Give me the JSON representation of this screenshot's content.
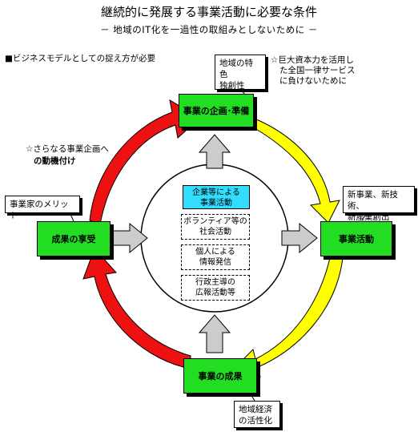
{
  "header": {
    "title": "継続的に発展する事業活動に必要な条件",
    "subtitle": "－ 地域のIT化を一過性の取組みとしないために －"
  },
  "notes": {
    "business_model": "■ビジネスモデルとしての捉え方が必要",
    "motivation_line1": "☆さらなる事業企画へ",
    "motivation_line2": "の動機付け",
    "capital_line1": "☆巨大資本力を活用し",
    "capital_line2": "た全国一律サービス",
    "capital_line3": "に負けないために"
  },
  "stages": {
    "planning": "事業の企画･準備",
    "activity": "事業活動",
    "outcome": "事業の成果",
    "benefit": "成果の享受"
  },
  "callouts": {
    "local_features_line1": "地域の特色",
    "local_features_line2": "独創性",
    "new_business_line1": "新事業、新技術、",
    "new_business_line2": "新産業創出",
    "entrepreneur_merit": "事業家のメリット",
    "local_economy_line1": "地域経済",
    "local_economy_line2": "の活性化"
  },
  "center": {
    "corporate_line1": "企業等による",
    "corporate_line2": "事業活動",
    "volunteer_line1": "ボランティア等の",
    "volunteer_line2": "社会活動",
    "individual_line1": "個人による",
    "individual_line2": "情報発信",
    "government_line1": "行政主導の",
    "government_line2": "広報活動等"
  },
  "colors": {
    "stage_fill": "#22dd22",
    "arrow_red": "#ee1111",
    "arrow_yellow": "#ffff00",
    "arrow_gray": "#cccccc",
    "corporate_fill": "#33ddff"
  }
}
